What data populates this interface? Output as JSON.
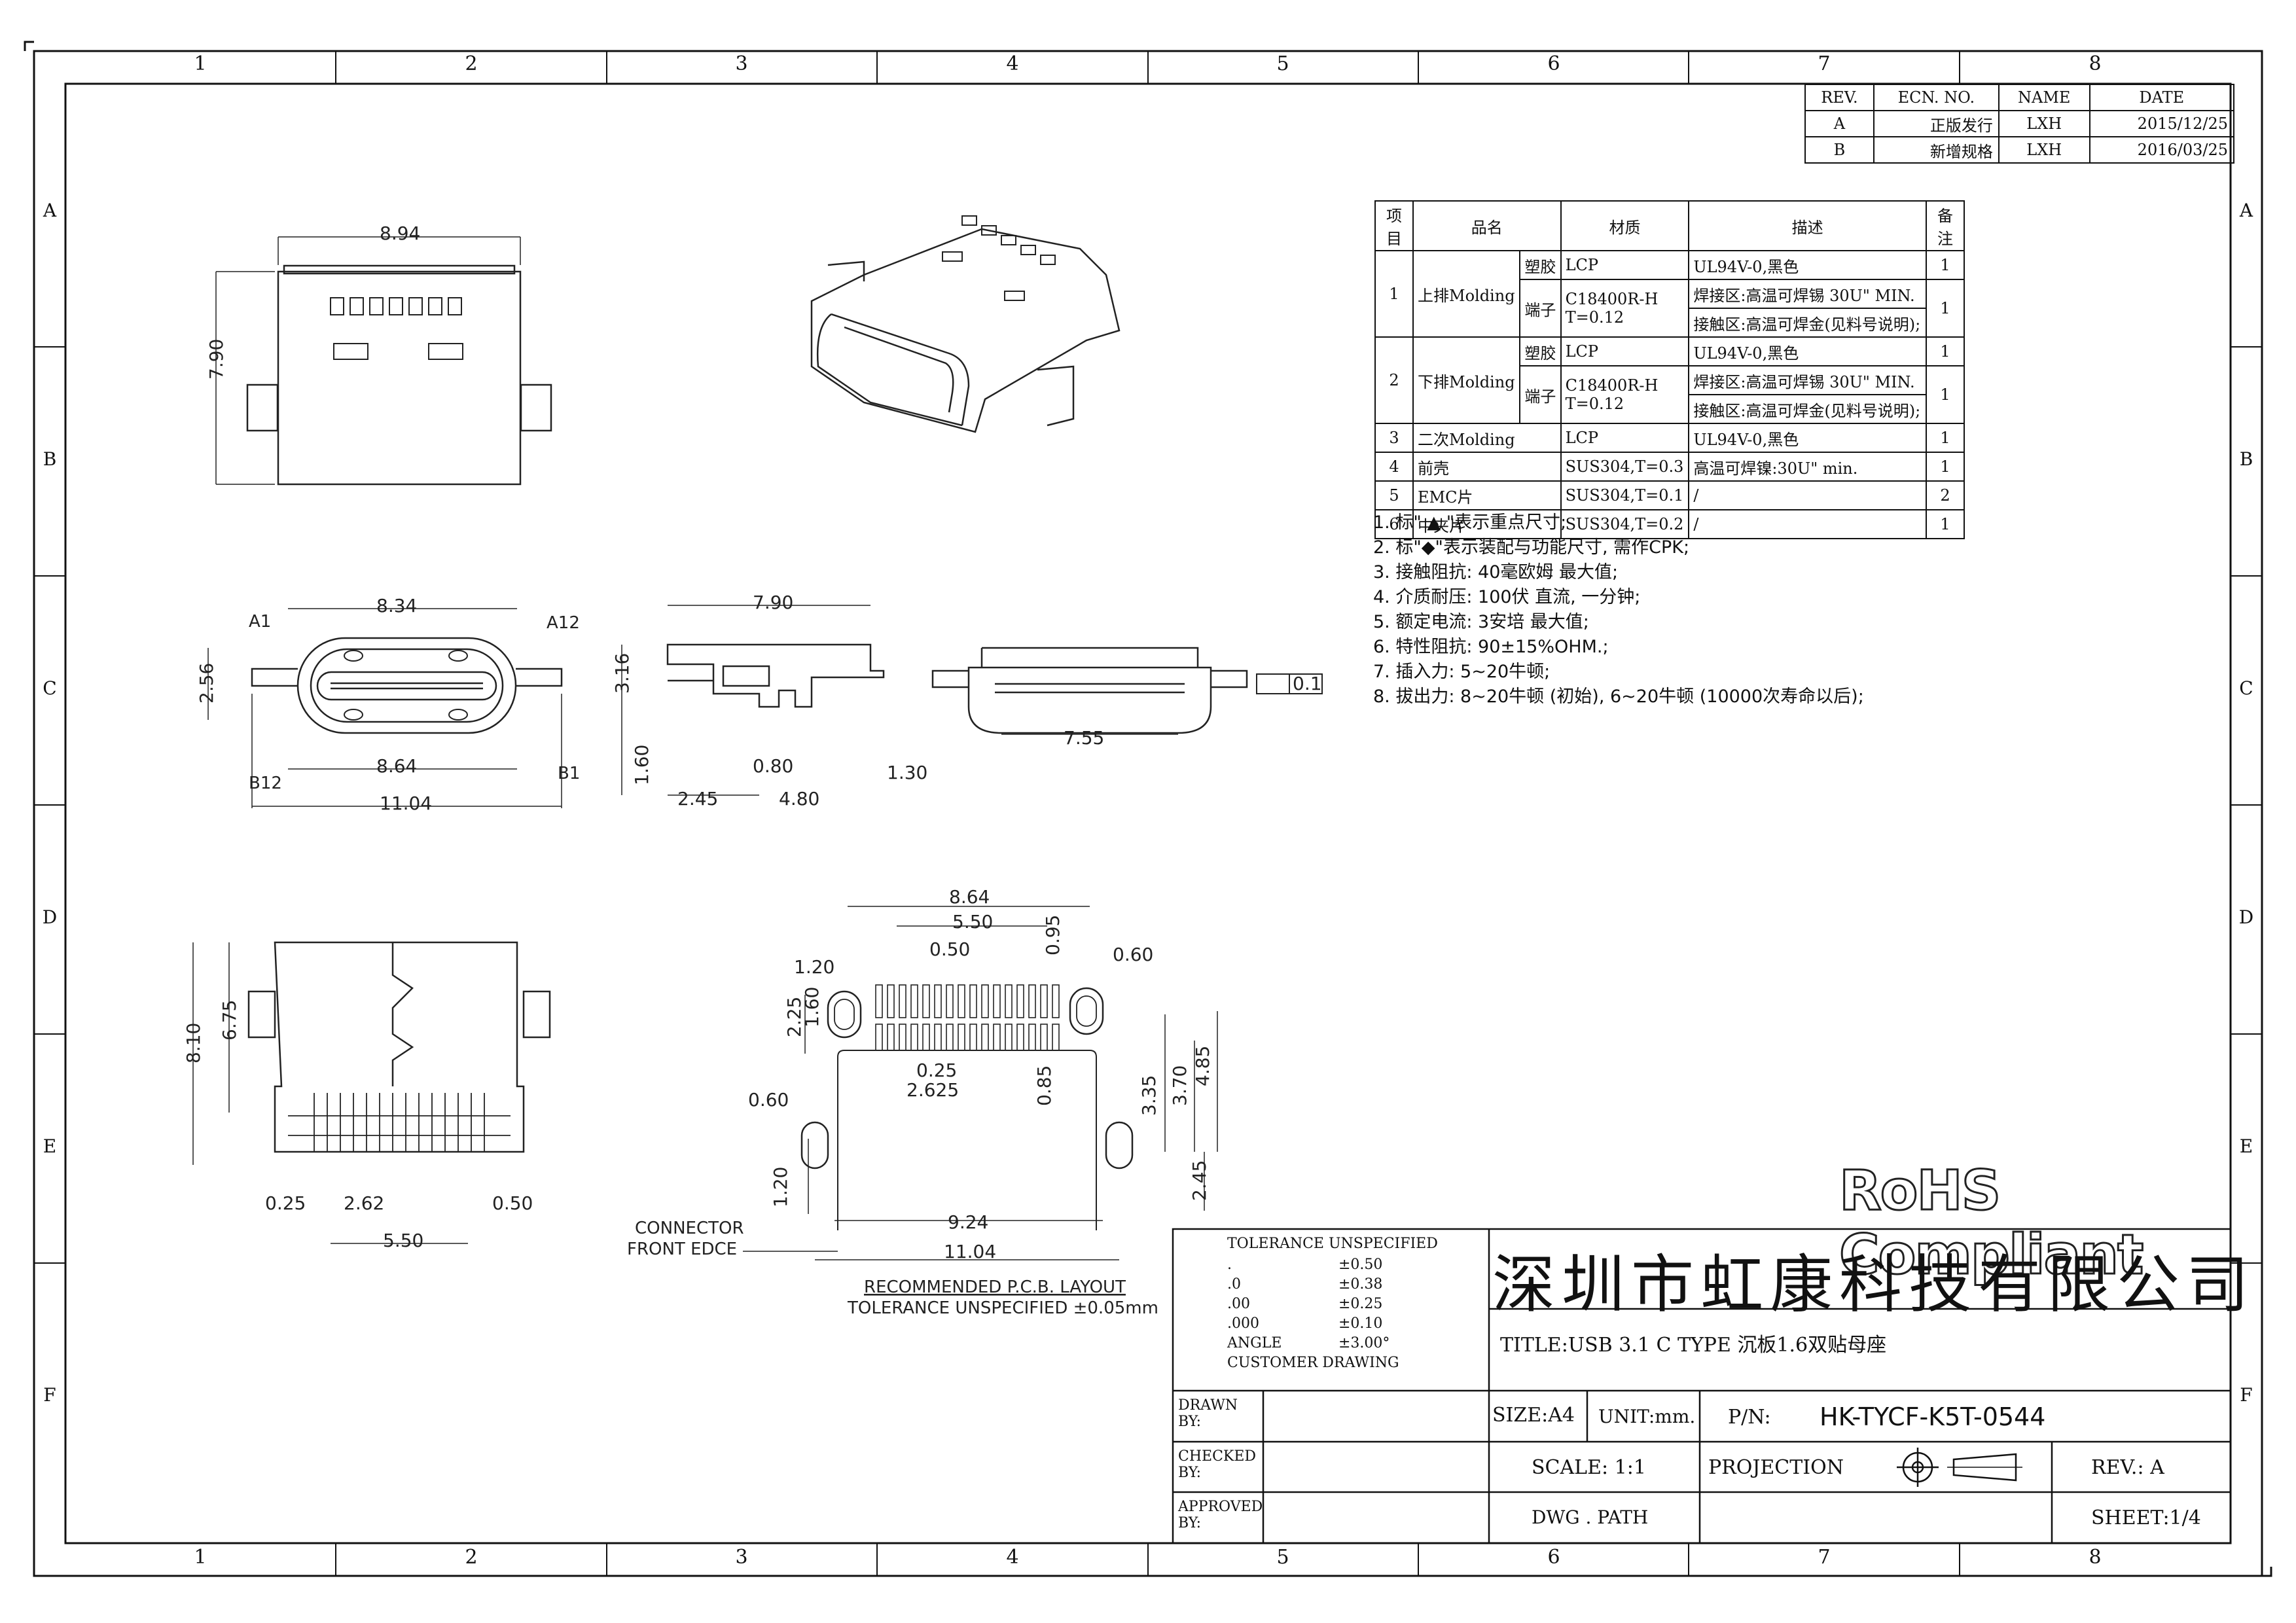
{
  "zones": {
    "columns": [
      "1",
      "2",
      "3",
      "4",
      "5",
      "6",
      "7",
      "8"
    ],
    "rows": [
      "A",
      "B",
      "C",
      "D",
      "E",
      "F"
    ]
  },
  "revision_table": {
    "headers": [
      "REV.",
      "ECN. NO.",
      "NAME",
      "DATE"
    ],
    "rows": [
      [
        "A",
        "正版发行",
        "LXH",
        "2015/12/25"
      ],
      [
        "B",
        "新增规格",
        "LXH",
        "2016/03/25"
      ]
    ]
  },
  "bom_table": {
    "headers": [
      "项目",
      "品名",
      "材质",
      "描述",
      "备注"
    ],
    "items": [
      {
        "no": "1",
        "name": "上排Molding",
        "parts": [
          {
            "part": "塑胶",
            "material": "LCP",
            "desc": [
              "UL94V-0,黑色"
            ],
            "qty": "1"
          },
          {
            "part": "端子",
            "material": "C18400R-H\nT=0.12",
            "desc": [
              "焊接区:高温可焊锡 30U\" MIN.",
              "接触区:高温可焊金(见料号说明);"
            ],
            "qty": "1"
          }
        ]
      },
      {
        "no": "2",
        "name": "下排Molding",
        "parts": [
          {
            "part": "塑胶",
            "material": "LCP",
            "desc": [
              "UL94V-0,黑色"
            ],
            "qty": "1"
          },
          {
            "part": "端子",
            "material": "C18400R-H\nT=0.12",
            "desc": [
              "焊接区:高温可焊锡 30U\" MIN.",
              "接触区:高温可焊金(见料号说明);"
            ],
            "qty": "1"
          }
        ]
      },
      {
        "no": "3",
        "name": "二次Molding",
        "material": "LCP",
        "desc": "UL94V-0,黑色",
        "qty": "1"
      },
      {
        "no": "4",
        "name": "前壳",
        "material": "SUS304,T=0.3",
        "desc": "高温可焊镍:30U\" min.",
        "qty": "1"
      },
      {
        "no": "5",
        "name": "EMC片",
        "material": "SUS304,T=0.1",
        "desc": "/",
        "qty": "2"
      },
      {
        "no": "6",
        "name": "中夹片",
        "material": "SUS304,T=0.2",
        "desc": "/",
        "qty": "1"
      }
    ]
  },
  "notes": [
    "1. 标\" ▲ \"表示重点尺寸;",
    "2. 标\"◆\"表示装配与功能尺寸, 需作CPK;",
    "3. 接触阻抗: 40毫欧姆 最大值;",
    "4. 介质耐压: 100伏 直流, 一分钟;",
    "5. 额定电流: 3安培 最大值;",
    "6. 特性阻抗: 90±15%OHM.;",
    "7. 插入力: 5~20牛顿;",
    "8. 拔出力: 8~20牛顿 (初始), 6~20牛顿 (10000次寿命以后);"
  ],
  "dimensions": {
    "top_view": {
      "width": "8.94",
      "height": "7.90"
    },
    "front_view": {
      "top": "8.34",
      "bottom": "8.64",
      "overall": "11.04",
      "height": "2.56",
      "pin_a1": "A1",
      "pin_a12": "A12",
      "pin_b12": "B12",
      "pin_b1": "B1"
    },
    "side_view": {
      "length": "7.90",
      "height": "3.16",
      "h2": "1.60",
      "d1": "0.80",
      "d2": "1.30",
      "d3": "2.45",
      "d4": "4.80"
    },
    "rear_view": {
      "width": "7.55",
      "flatness": "0.1"
    },
    "bottom_view": {
      "h1": "8.10",
      "h2": "6.75",
      "d1": "0.25",
      "d2": "2.62",
      "d3": "0.50",
      "d4": "5.50"
    },
    "pcb_layout": {
      "w1": "8.64",
      "w2": "5.50",
      "w3": "0.50",
      "w4": "0.95",
      "w5": "1.20",
      "w6": "0.60",
      "h1": "2.25",
      "h2": "1.60",
      "d1": "0.25",
      "d2": "2.625",
      "d3": "0.85",
      "d4": "3.35",
      "d5": "3.70",
      "d6": "4.85",
      "d7": "0.60",
      "d8": "1.20",
      "d9": "2.45",
      "w7": "9.24",
      "w8": "11.04",
      "connector_label": [
        "CONNECTOR",
        "FRONT EDCE"
      ],
      "caption": "RECOMMENDED  P.C.B. LAYOUT",
      "tolerance": "TOLERANCE UNSPECIFIED ±0.05mm"
    }
  },
  "rohs": "RoHS Compliant",
  "title_block": {
    "company": "深圳市虹康科技有限公司",
    "tolerance_header": "TOLERANCE UNSPECIFIED",
    "tolerances": [
      {
        "k": ".",
        "v": "±0.50"
      },
      {
        "k": ".0",
        "v": "±0.38"
      },
      {
        "k": ".00",
        "v": "±0.25"
      },
      {
        "k": ".000",
        "v": "±0.10"
      },
      {
        "k": "ANGLE",
        "v": "±3.00°"
      }
    ],
    "customer_drawing": "CUSTOMER DRAWING",
    "title": "TITLE:USB 3.1 C TYPE 沉板1.6双贴母座",
    "drawn_by": "DRAWN\nBY:",
    "checked_by": "CHECKED\nBY:",
    "approved_by": "APPROVED\nBY:",
    "size": "SIZE:A4",
    "unit": "UNIT:mm.",
    "pn_label": "P/N:",
    "pn": "HK-TYCF-K5T-0544",
    "scale": "SCALE: 1:1",
    "projection": "PROJECTION",
    "rev": "REV.: A",
    "dwg_path": "DWG . PATH",
    "sheet": "SHEET:1/4"
  }
}
